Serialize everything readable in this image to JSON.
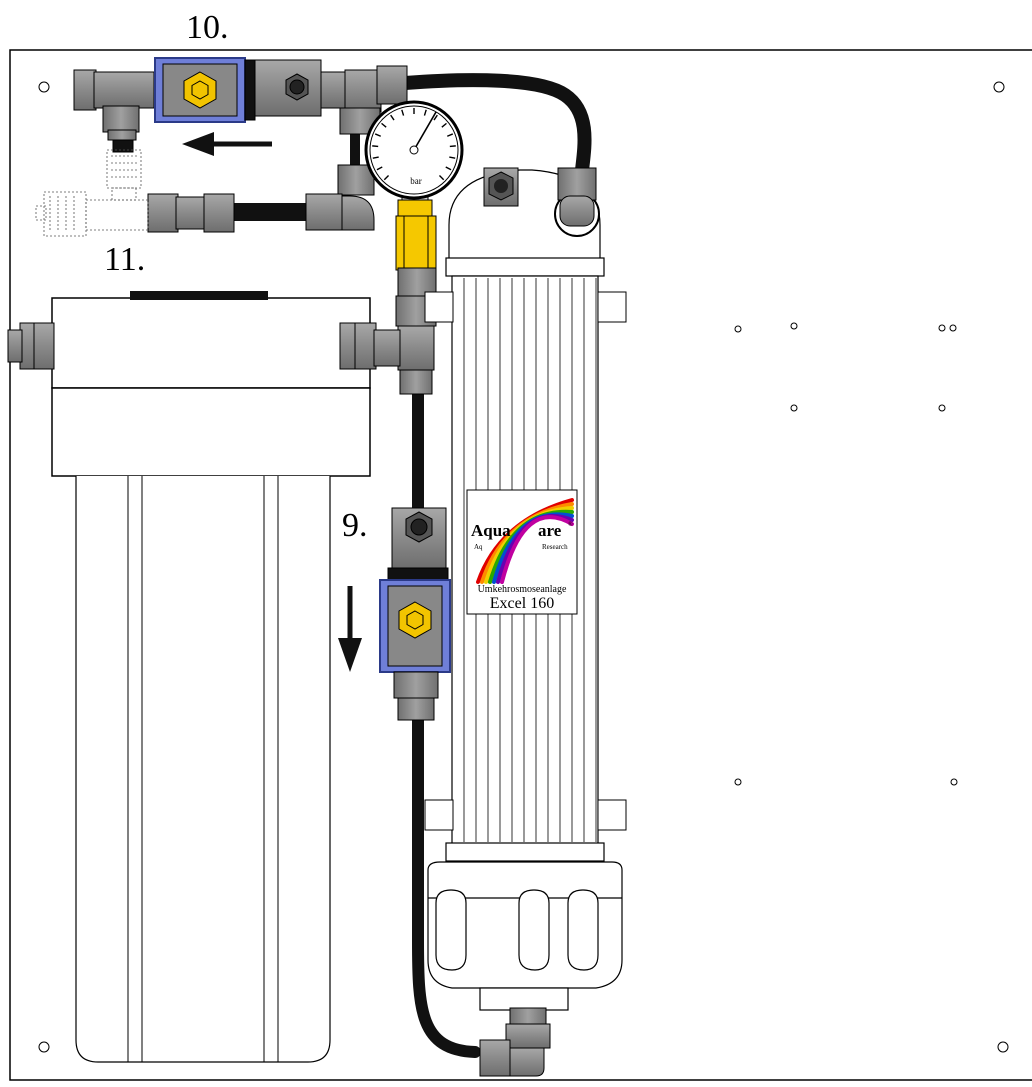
{
  "labels": {
    "valve_10": "10.",
    "valve_11": "11.",
    "valve_9": "9."
  },
  "gauge": {
    "unit": "bar"
  },
  "membrane_label": {
    "brand_left": "Aqua",
    "brand_right": "are",
    "brand_mark": "®",
    "tagline_left": "Aq",
    "tagline_right": "Research",
    "type": "Umkehrosmoseanlage",
    "model": "Excel 160"
  },
  "colors": {
    "fitting": "#8f8f8f",
    "fitting_dark": "#5f5f5f",
    "valve_blue": "#6f7fd8",
    "brass": "#f2c400",
    "pipe": "#111111",
    "yellow_adapter": "#f5c800"
  }
}
